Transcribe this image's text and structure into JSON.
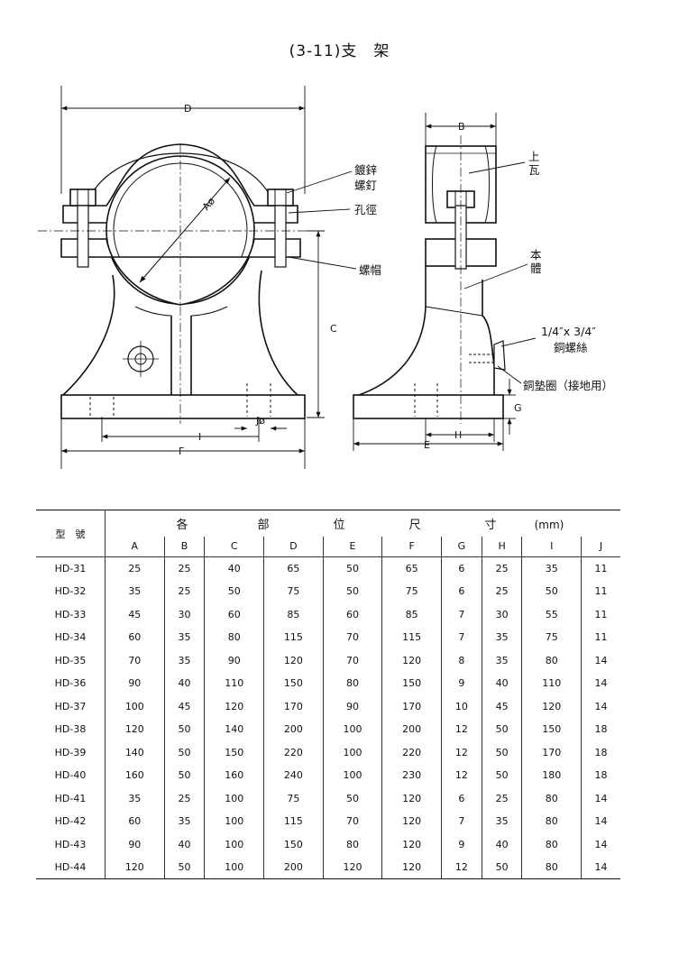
{
  "title": "(3-11)支　架",
  "labels": {
    "dim_D": "D",
    "dim_A": "Aø",
    "dim_C": "C",
    "dim_I": "I",
    "dim_J": "Jø",
    "dim_F": "F",
    "dim_B": "B",
    "dim_G": "G",
    "dim_H": "H",
    "dim_E": "E",
    "zinc_bolt_1": "鍍鋅",
    "zinc_bolt_2": "螺釘",
    "hole_dia": "孔徑",
    "nut": "螺帽",
    "upper_1": "上",
    "upper_2": "瓦",
    "body_1": "本",
    "body_2": "體",
    "copper_screw_size": "1/4″x 3/4″",
    "copper_screw": "銅螺絲",
    "copper_washer": "銅墊圈（接地用）"
  },
  "table": {
    "model_header": "型　號",
    "dims_header": [
      "各",
      "部",
      "位",
      "尺",
      "寸"
    ],
    "unit": "(mm)",
    "columns": [
      "A",
      "B",
      "C",
      "D",
      "E",
      "F",
      "G",
      "H",
      "I",
      "J"
    ],
    "rows": [
      [
        "HD-31",
        "25",
        "25",
        "40",
        "65",
        "50",
        "65",
        "6",
        "25",
        "35",
        "11"
      ],
      [
        "HD-32",
        "35",
        "25",
        "50",
        "75",
        "50",
        "75",
        "6",
        "25",
        "50",
        "11"
      ],
      [
        "HD-33",
        "45",
        "30",
        "60",
        "85",
        "60",
        "85",
        "7",
        "30",
        "55",
        "11"
      ],
      [
        "HD-34",
        "60",
        "35",
        "80",
        "115",
        "70",
        "115",
        "7",
        "35",
        "75",
        "11"
      ],
      [
        "HD-35",
        "70",
        "35",
        "90",
        "120",
        "70",
        "120",
        "8",
        "35",
        "80",
        "14"
      ],
      [
        "HD-36",
        "90",
        "40",
        "110",
        "150",
        "80",
        "150",
        "9",
        "40",
        "110",
        "14"
      ],
      [
        "HD-37",
        "100",
        "45",
        "120",
        "170",
        "90",
        "170",
        "10",
        "45",
        "120",
        "14"
      ],
      [
        "HD-38",
        "120",
        "50",
        "140",
        "200",
        "100",
        "200",
        "12",
        "50",
        "150",
        "18"
      ],
      [
        "HD-39",
        "140",
        "50",
        "150",
        "220",
        "100",
        "220",
        "12",
        "50",
        "170",
        "18"
      ],
      [
        "HD-40",
        "160",
        "50",
        "160",
        "240",
        "100",
        "230",
        "12",
        "50",
        "180",
        "18"
      ],
      [
        "HD-41",
        "35",
        "25",
        "100",
        "75",
        "50",
        "120",
        "6",
        "25",
        "80",
        "14"
      ],
      [
        "HD-42",
        "60",
        "35",
        "100",
        "115",
        "70",
        "120",
        "7",
        "35",
        "80",
        "14"
      ],
      [
        "HD-43",
        "90",
        "40",
        "100",
        "150",
        "80",
        "120",
        "9",
        "40",
        "80",
        "14"
      ],
      [
        "HD-44",
        "120",
        "50",
        "100",
        "200",
        "120",
        "120",
        "12",
        "50",
        "80",
        "14"
      ]
    ]
  }
}
